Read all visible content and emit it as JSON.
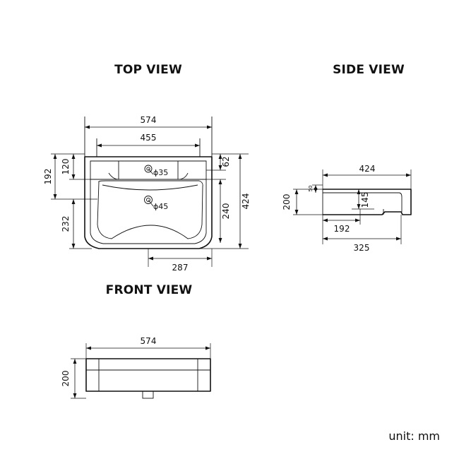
{
  "views": {
    "top": {
      "heading": "TOP VIEW",
      "dims": {
        "overall_width": "574",
        "inner_width": "455",
        "depth_192": "192",
        "depth_120": "120",
        "depth_232": "232",
        "depth_62": "62",
        "depth_240": "240",
        "depth_424": "424",
        "offset_287": "287"
      },
      "holes": {
        "tap_hole": "ϕ35",
        "waste": "ϕ45"
      }
    },
    "side": {
      "heading": "SIDE VIEW",
      "dims": {
        "length_424": "424",
        "height_200": "200",
        "h_50": "50",
        "h_145": "145",
        "len_192": "192",
        "len_325": "325"
      }
    },
    "front": {
      "heading": "FRONT VIEW",
      "dims": {
        "width_574": "574",
        "height_200": "200"
      }
    }
  },
  "unit_label": "unit: mm"
}
